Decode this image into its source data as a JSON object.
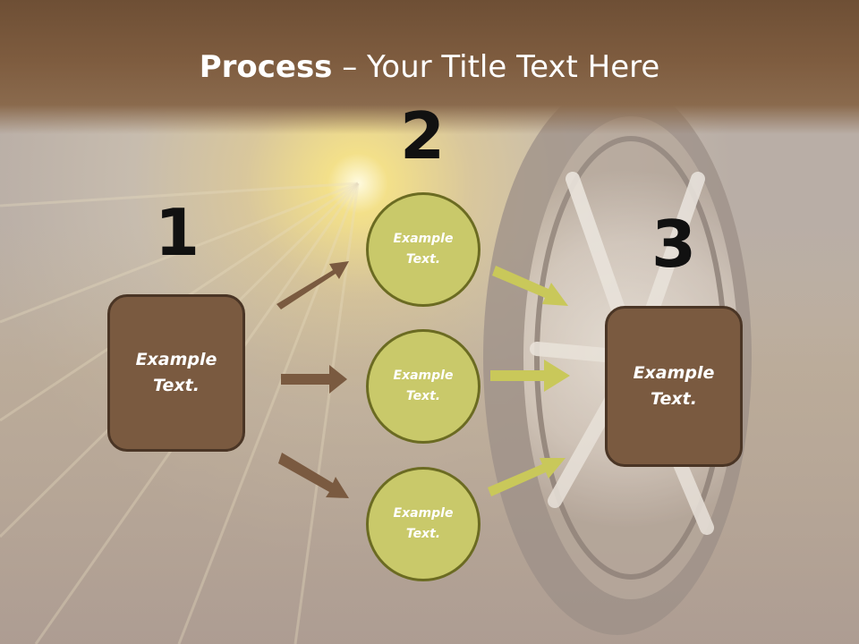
{
  "title": {
    "bold": "Process",
    "rest": " – Your Title Text Here"
  },
  "colors": {
    "brown_box": "#7a5a40",
    "brown_border": "#4a3525",
    "olive_circle": "#c9c96a",
    "olive_border": "#6b6b22",
    "brown_arrow": "#7a5a40",
    "olive_arrow": "#c9c85a"
  },
  "step_numbers": {
    "one": "1",
    "two": "2",
    "three": "3"
  },
  "left_box": {
    "line1": "Example",
    "line2": "Text."
  },
  "right_box": {
    "line1": "Example",
    "line2": "Text."
  },
  "circles": [
    {
      "line1": "Example",
      "line2": "Text."
    },
    {
      "line1": "Example",
      "line2": "Text."
    },
    {
      "line1": "Example",
      "line2": "Text."
    }
  ],
  "background_image": "blurred road with sun flare and car wheel"
}
